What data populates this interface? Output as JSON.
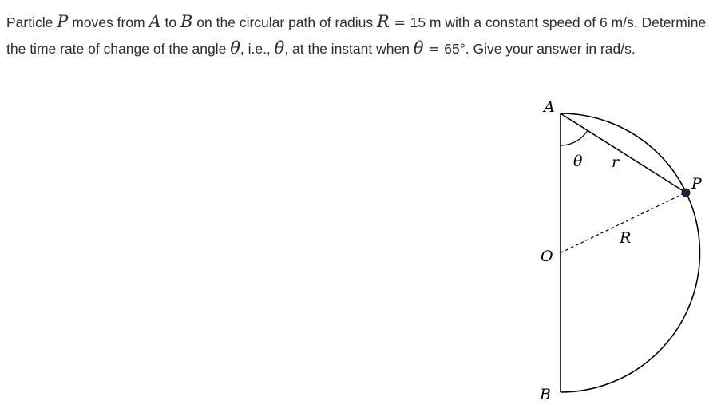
{
  "problem": {
    "t1": "Particle ",
    "var_P": "P",
    "t2": " moves from ",
    "var_A": "A",
    "t3": " to ",
    "var_B": "B",
    "t4": " on the circular path of radius ",
    "var_R": "R",
    "eq1": " = ",
    "t5": "15 m with a constant speed of 6 m/s. Determine the time rate of change of the angle ",
    "var_theta": "θ",
    "t6": ", i.e., ",
    "var_thetadot": "θ̇",
    "t7": ", at the instant when ",
    "var_theta2": "θ",
    "eq2": " = ",
    "t8": "65°. Give your answer in rad/s."
  },
  "figure": {
    "labels": {
      "A": "A",
      "O": "O",
      "B": "B",
      "P": "P",
      "theta": "θ",
      "r": "r",
      "R": "R"
    }
  }
}
